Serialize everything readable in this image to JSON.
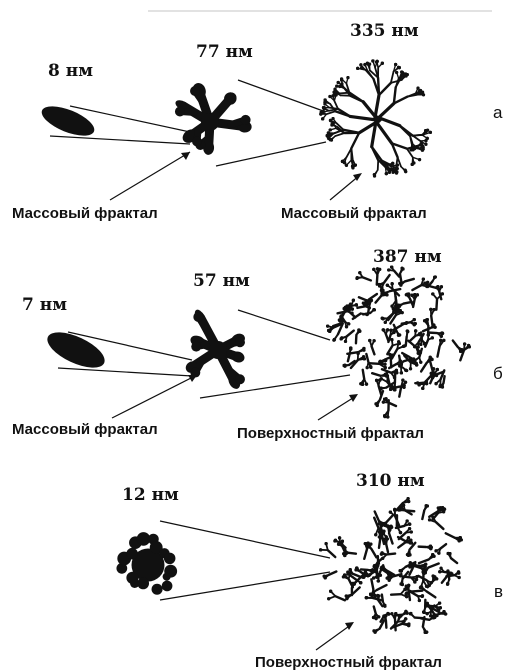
{
  "rows": [
    {
      "label": "а",
      "sizes": [
        "8 нм",
        "77 нм",
        "335 нм"
      ],
      "captions": [
        "Массовый фрактал",
        "Массовый фрактал"
      ]
    },
    {
      "label": "б",
      "sizes": [
        "7 нм",
        "57 нм",
        "387 нм"
      ],
      "captions": [
        "Массовый фрактал",
        "Поверхностный фрактал"
      ]
    },
    {
      "label": "в",
      "sizes": [
        "12 нм",
        "310 нм"
      ],
      "captions": [
        "Поверхностный фрактал"
      ]
    }
  ]
}
